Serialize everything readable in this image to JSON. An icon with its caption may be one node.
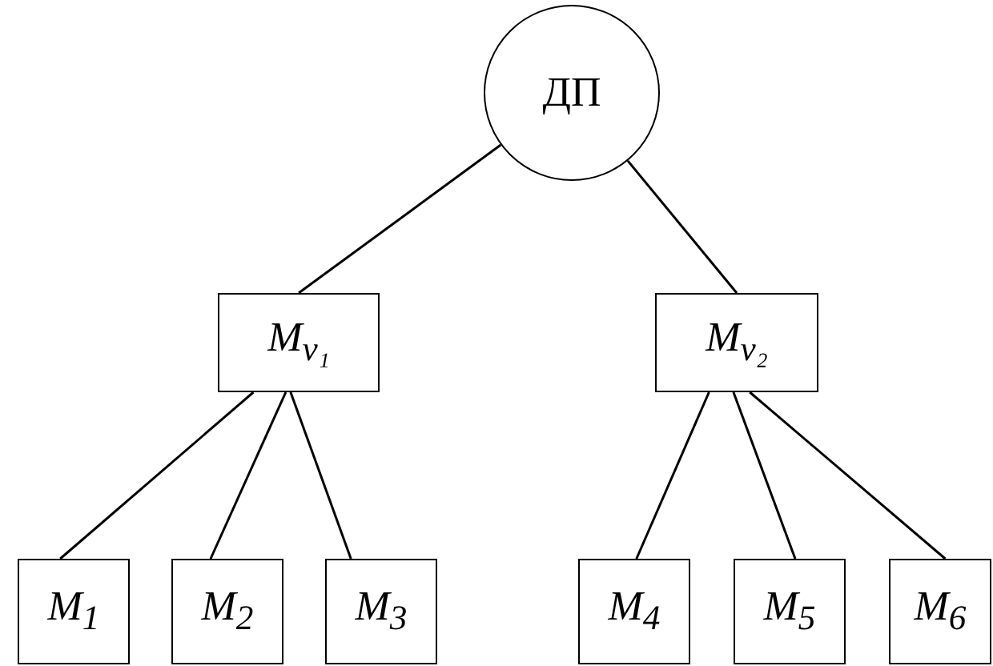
{
  "diagram": {
    "nodes": [
      {
        "text": [
          "ДП"
        ]
      },
      {
        "text": [
          "M$_{v₁}$"
        ]
      },
      {
        "text": [
          "M$_{v₂}$"
        ]
      },
      {
        "text": [
          "M$_{1}$"
        ]
      },
      {
        "text": [
          "M$_{2}$"
        ]
      },
      {
        "text": [
          "M$_{3}$"
        ]
      },
      {
        "text": [
          "M$_{4}$"
        ]
      },
      {
        "text": [
          "M$_{5}$"
        ]
      },
      {
        "text": [
          "M$_{6}$"
        ]
      }
    ],
    "edges": [
      {
        "from": 0,
        "to": 1,
        "arrow": "none"
      },
      {
        "from": 0,
        "to": 2,
        "arrow": "none"
      },
      {
        "from": 1,
        "to": 3,
        "arrow": "none"
      },
      {
        "from": 1,
        "to": 4,
        "arrow": "none"
      },
      {
        "from": 1,
        "to": 5,
        "arrow": "none"
      },
      {
        "from": 2,
        "to": 6,
        "arrow": "none"
      },
      {
        "from": 2,
        "to": 7,
        "arrow": "none"
      },
      {
        "from": 2,
        "to": 8,
        "arrow": "none"
      }
    ]
  }
}
